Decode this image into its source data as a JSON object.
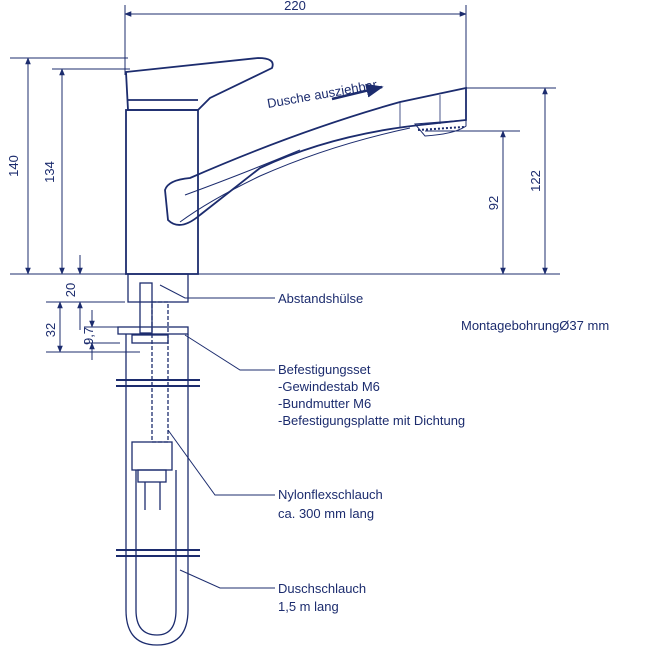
{
  "dimensions": {
    "width_total": "220",
    "height_total": "140",
    "height_spout_top": "134",
    "height_outlet_upper": "122",
    "height_outlet_lower": "92",
    "below_20": "20",
    "below_32": "32",
    "below_9_7": "9,7"
  },
  "spout_label": "Dusche ausziehbar",
  "mounting_hole": "MontagebohrungØ37 mm",
  "callouts": {
    "spacer": "Abstandshülse",
    "fixing_set": {
      "title": "Befestigungsset",
      "items": [
        "-Gewindestab M6",
        "-Bundmutter M6",
        "-Befestigungsplatte mit Dichtung"
      ]
    },
    "nylon_hose": {
      "line1": "Nylonflexschlauch",
      "line2": "ca. 300 mm lang"
    },
    "shower_hose": {
      "line1": "Duschschlauch",
      "line2": "1,5 m lang"
    }
  }
}
